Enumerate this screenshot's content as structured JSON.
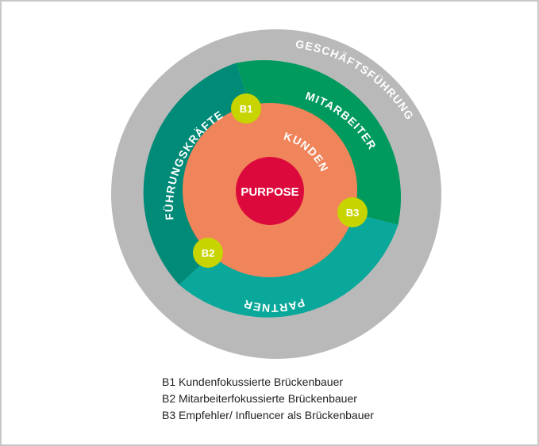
{
  "rings": {
    "outer": {
      "label": "GESCHÄFTSFÜHRUNG",
      "color": "#b9b9b9"
    },
    "mitarbeiter": {
      "label": "MITARBEITER",
      "color": "#009a5e"
    },
    "fuehrungskraefte": {
      "label": "FÜHRUNGSKRÄFTE",
      "color": "#008a78"
    },
    "partner": {
      "label": "PARTNER",
      "color": "#0aa89a"
    },
    "kunden": {
      "label": "KUNDEN",
      "color": "#f0845a"
    },
    "center": {
      "label": "PURPOSE",
      "color": "#dc0a3c"
    }
  },
  "badges": [
    {
      "label": "B1",
      "color": "#c8d400"
    },
    {
      "label": "B2",
      "color": "#c8d400"
    },
    {
      "label": "B3",
      "color": "#c8d400"
    }
  ],
  "legend": [
    "B1 Kundenfokussierte Brückenbauer",
    "B2 Mitarbeiterfokussierte Brückenbauer",
    "B3 Empfehler/ Influencer als Brückenbauer"
  ]
}
